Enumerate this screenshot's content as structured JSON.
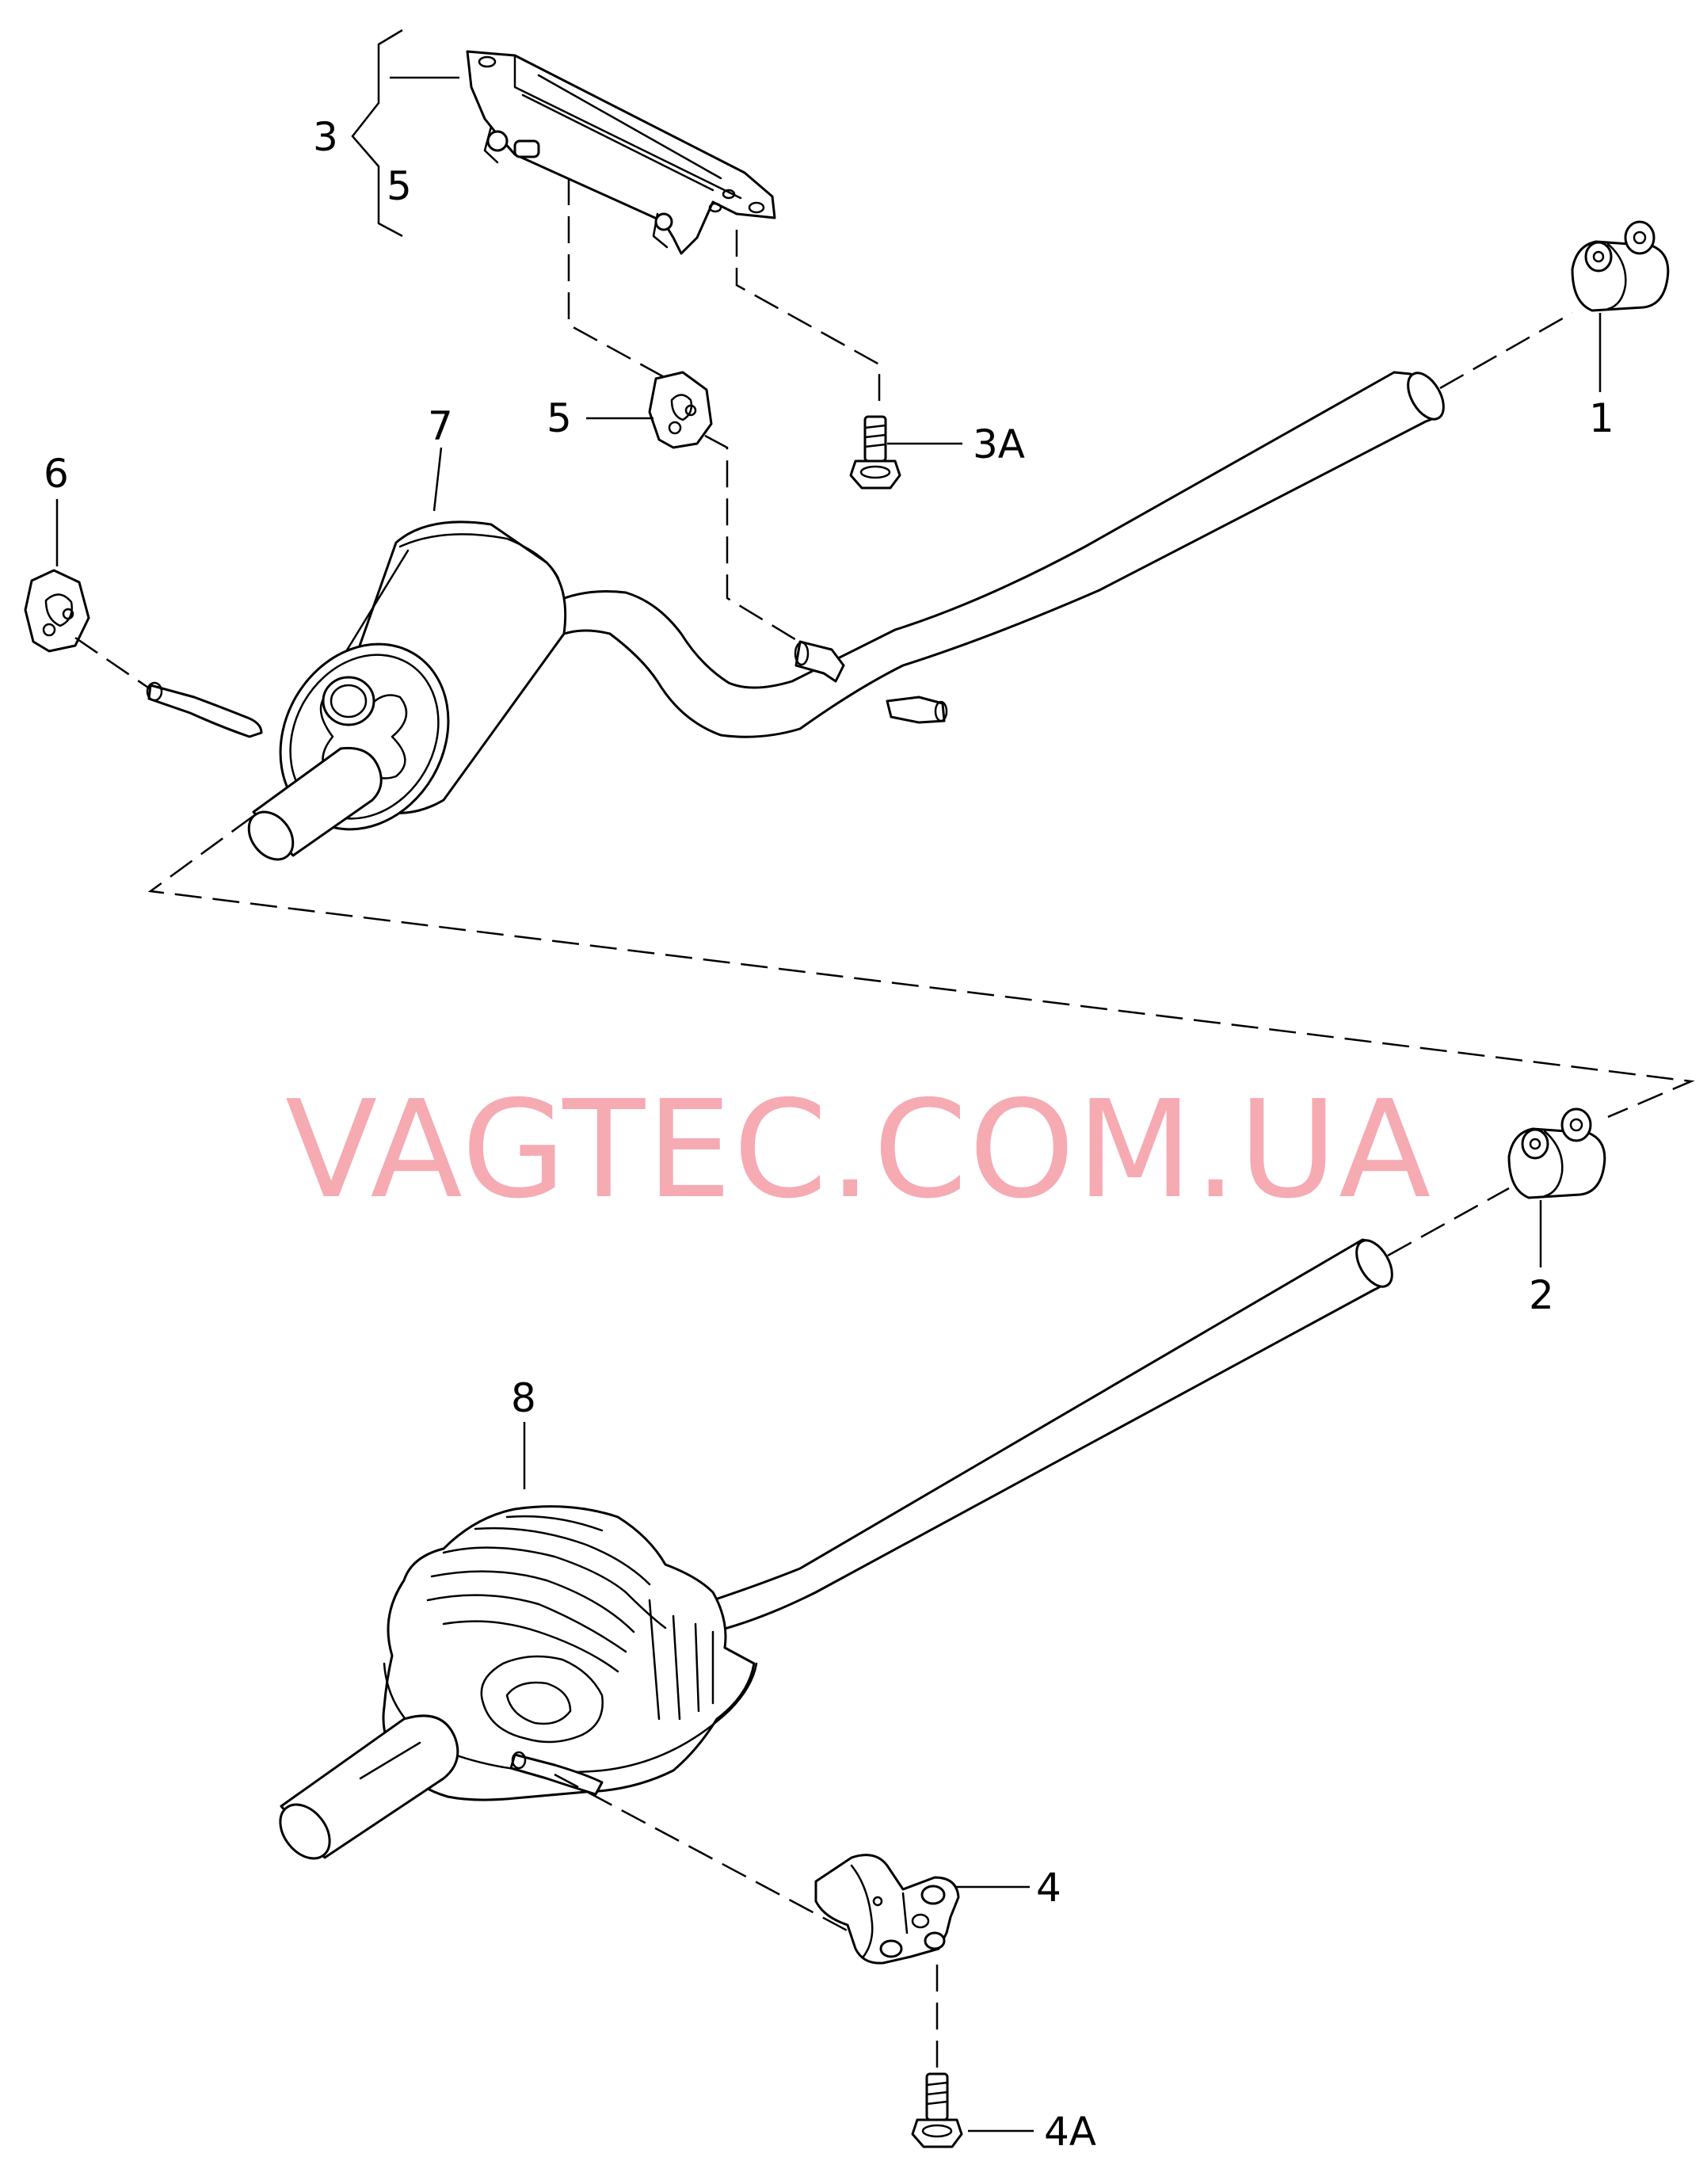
{
  "watermark": "VAGTEC.COM.UA",
  "callouts": {
    "c1": "1",
    "c2": "2",
    "c3": "3",
    "c3a": "3A",
    "c4": "4",
    "c4a": "4A",
    "c5_brace": "5",
    "c5": "5",
    "c6": "6",
    "c7": "7",
    "c8": "8"
  }
}
